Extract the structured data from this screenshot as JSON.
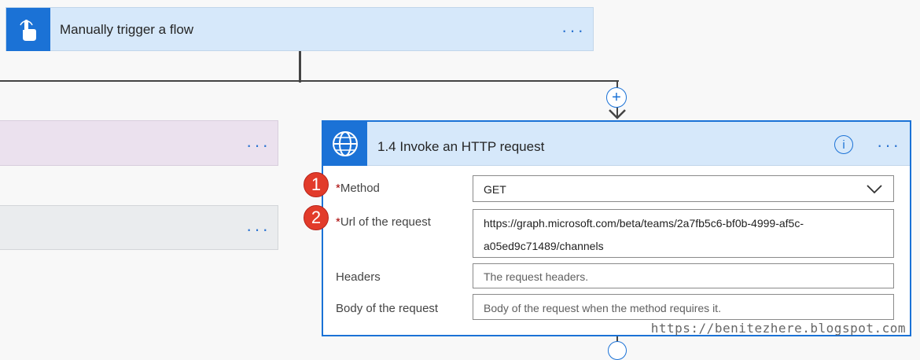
{
  "trigger": {
    "title": "Manually trigger a flow",
    "menu": "···",
    "icon": "touch-hand-icon"
  },
  "side_cards": [
    {
      "menu": "···"
    },
    {
      "menu": "···"
    }
  ],
  "connector": {
    "add_symbol": "+"
  },
  "action": {
    "title": "1.4 Invoke an HTTP request",
    "info": "i",
    "menu": "···",
    "icon": "globe-icon",
    "fields": [
      {
        "label": "Method",
        "required": true,
        "value": "GET",
        "placeholder": ""
      },
      {
        "label": "Url of the request",
        "required": true,
        "value": "https://graph.microsoft.com/beta/teams/2a7fb5c6-bf0b-4999-af5c-",
        "value_line2": "a05ed9c71489/channels",
        "placeholder": ""
      },
      {
        "label": "Headers",
        "required": false,
        "value": "",
        "placeholder": "The request headers."
      },
      {
        "label": "Body of the request",
        "required": false,
        "value": "",
        "placeholder": "Body of the request when the method requires it."
      }
    ]
  },
  "annotations": {
    "badge1": "1",
    "badge2": "2",
    "required_marker": "*"
  },
  "watermark": "https://benitezhere.blogspot.com",
  "colors": {
    "accent": "#1b72d6",
    "header_bg": "#d6e8fa",
    "badge": "#e23b2a",
    "purple_card": "#ebe1ee",
    "gray_card": "#eaecee"
  }
}
